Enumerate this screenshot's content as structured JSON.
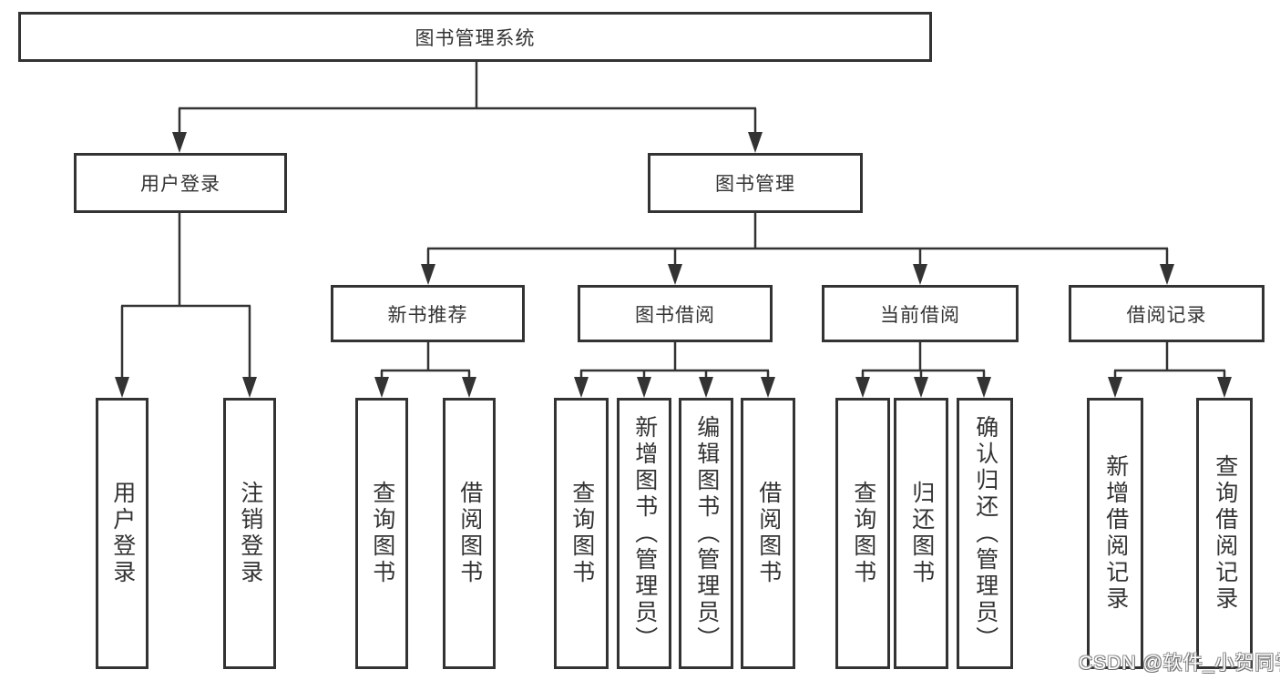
{
  "diagram": {
    "nodes": {
      "root": {
        "label": "图书管理系统"
      },
      "login": {
        "label": "用户登录"
      },
      "mgmt": {
        "label": "图书管理"
      },
      "login_user": {
        "label": "用户登录"
      },
      "login_logout": {
        "label": "注销登录"
      },
      "rec": {
        "label": "新书推荐"
      },
      "borrow": {
        "label": "图书借阅"
      },
      "current": {
        "label": "当前借阅"
      },
      "records": {
        "label": "借阅记录"
      },
      "rec_query": {
        "label": "查询图书"
      },
      "rec_borrow": {
        "label": "借阅图书"
      },
      "borrow_query": {
        "label": "查询图书"
      },
      "borrow_add": {
        "label": "新增图书（管理员）"
      },
      "borrow_edit": {
        "label": "编辑图书（管理员）"
      },
      "borrow_borrow": {
        "label": "借阅图书"
      },
      "current_query": {
        "label": "查询图书"
      },
      "current_return": {
        "label": "归还图书"
      },
      "current_confirm": {
        "label": "确认归还（管理员）"
      },
      "records_add": {
        "label": "新增借阅记录"
      },
      "records_query": {
        "label": "查询借阅记录"
      }
    },
    "colors": {
      "line": "#333333",
      "text": "#333333",
      "background": "#ffffff"
    }
  },
  "watermark": {
    "text": "CSDN @软件_小贺同学"
  }
}
